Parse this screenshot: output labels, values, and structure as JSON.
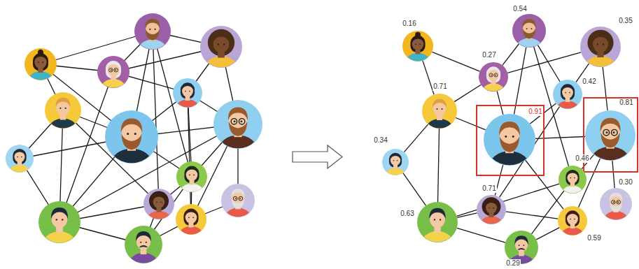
{
  "diagram": {
    "nodes": [
      {
        "text": [
          "0.16"
        ]
      },
      {
        "text": [
          "0.54"
        ]
      },
      {
        "text": [
          "0.35"
        ]
      },
      {
        "text": [
          "0.27"
        ]
      },
      {
        "text": [
          "0.42"
        ]
      },
      {
        "text": [
          "0.71"
        ]
      },
      {
        "text": [
          "0.91"
        ]
      },
      {
        "text": [
          "0.81"
        ]
      },
      {
        "text": [
          "0.34"
        ]
      },
      {
        "text": [
          "0.46"
        ]
      },
      {
        "text": [
          "0.30"
        ]
      },
      {
        "text": [
          "0.71"
        ]
      },
      {
        "text": [
          "0.63"
        ]
      },
      {
        "text": [
          "0.59"
        ]
      },
      {
        "text": [
          "0.29"
        ]
      }
    ],
    "edges": [
      {
        "from": 0,
        "to": 5,
        "arrow": "none"
      },
      {
        "from": 0,
        "to": 3,
        "arrow": "none"
      },
      {
        "from": 1,
        "to": 3,
        "arrow": "none"
      },
      {
        "from": 1,
        "to": 6,
        "arrow": "none"
      },
      {
        "from": 1,
        "to": 4,
        "arrow": "none"
      },
      {
        "from": 1,
        "to": 9,
        "arrow": "none"
      },
      {
        "from": 2,
        "to": 3,
        "arrow": "none"
      },
      {
        "from": 2,
        "to": 4,
        "arrow": "none"
      },
      {
        "from": 2,
        "to": 7,
        "arrow": "none"
      },
      {
        "from": 3,
        "to": 6,
        "arrow": "none"
      },
      {
        "from": 4,
        "to": 6,
        "arrow": "none"
      },
      {
        "from": 4,
        "to": 11,
        "arrow": "none"
      },
      {
        "from": 5,
        "to": 6,
        "arrow": "none"
      },
      {
        "from": 5,
        "to": 8,
        "arrow": "none"
      },
      {
        "from": 5,
        "to": 12,
        "arrow": "none"
      },
      {
        "from": 6,
        "to": 7,
        "arrow": "none"
      },
      {
        "from": 6,
        "to": 11,
        "arrow": "none"
      },
      {
        "from": 6,
        "to": 13,
        "arrow": "none"
      },
      {
        "from": 7,
        "to": 9,
        "arrow": "none"
      },
      {
        "from": 7,
        "to": 10,
        "arrow": "none"
      },
      {
        "from": 7,
        "to": 13,
        "arrow": "none"
      },
      {
        "from": 8,
        "to": 12,
        "arrow": "none"
      },
      {
        "from": 9,
        "to": 12,
        "arrow": "none"
      },
      {
        "from": 9,
        "to": 14,
        "arrow": "none"
      },
      {
        "from": 11,
        "to": 12,
        "arrow": "none"
      },
      {
        "from": 12,
        "to": 14,
        "arrow": "none"
      },
      {
        "from": 11,
        "to": 13,
        "arrow": "none"
      },
      {
        "from": 13,
        "to": 14,
        "arrow": "none"
      },
      {
        "from": 3,
        "to": 5,
        "arrow": "none"
      }
    ]
  }
}
